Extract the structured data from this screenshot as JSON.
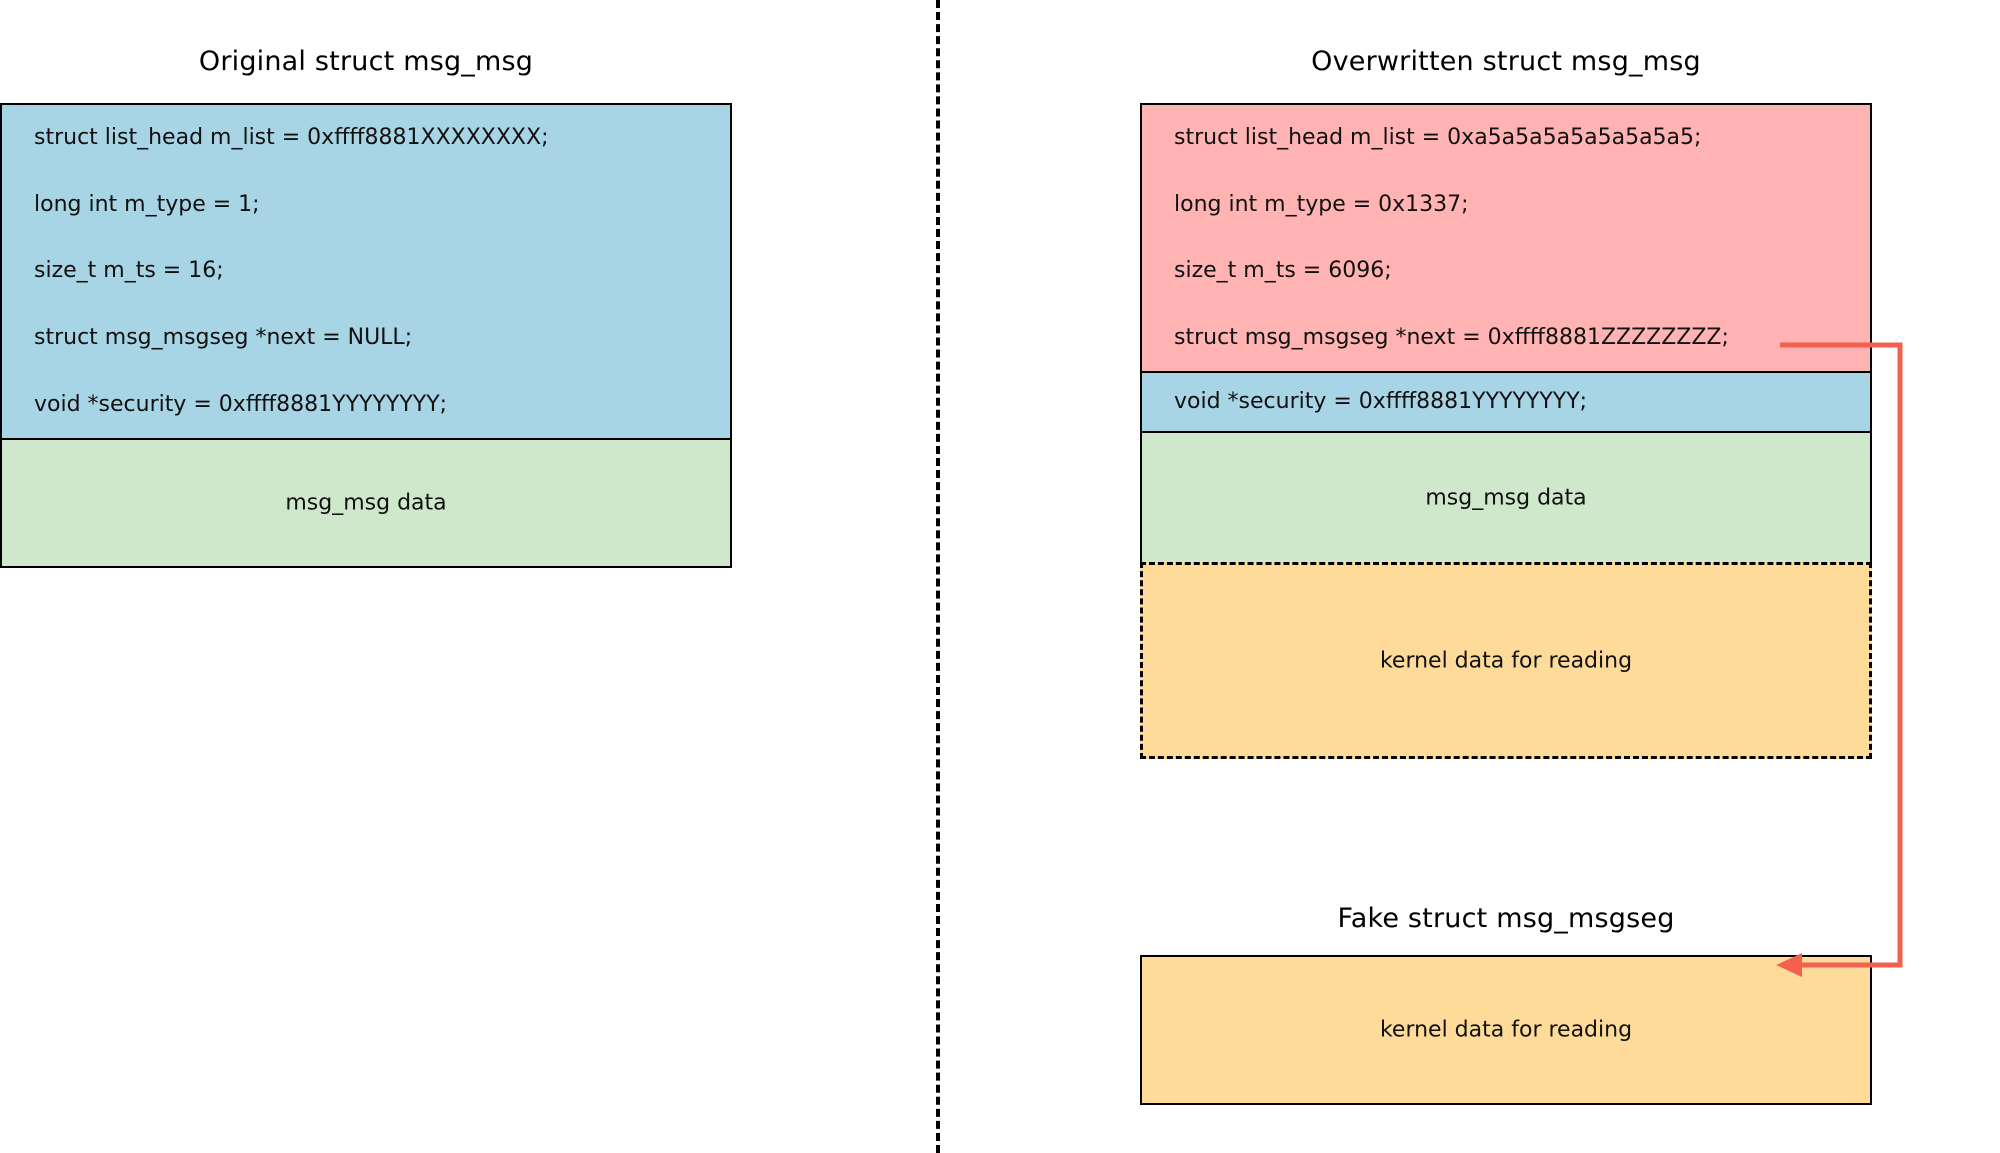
{
  "diagram": {
    "title_left": "Original struct msg_msg",
    "title_right": "Overwritten struct msg_msg",
    "title_fake": "Fake struct msg_msgseg",
    "divider_style": "dashed-vertical",
    "accent_arrow_color": "#f4604f"
  },
  "original": {
    "header_color": "#a8d5e5",
    "data_color": "#cfe7cb",
    "fields": [
      "struct list_head m_list = 0xffff8881XXXXXXXX;",
      "long int m_type = 1;",
      "size_t m_ts = 16;",
      "struct msg_msgseg *next = NULL;",
      "void *security = 0xffff8881YYYYYYYY;"
    ],
    "data_label": "msg_msg data"
  },
  "overwritten": {
    "header_color": "#ffb3b3",
    "security_color": "#a8d5e5",
    "data_color": "#cfe7cb",
    "kernel_color": "#ffdb99",
    "fields": [
      "struct list_head m_list = 0xa5a5a5a5a5a5a5a5;",
      "long int m_type = 0x1337;",
      "size_t m_ts = 6096;",
      "struct msg_msgseg *next = 0xffff8881ZZZZZZZZ;"
    ],
    "security_field": "void *security = 0xffff8881YYYYYYYY;",
    "data_label": "msg_msg data",
    "kernel_label": "kernel data for reading"
  },
  "fake_msgseg": {
    "color": "#ffdb99",
    "label": "kernel data for reading"
  }
}
